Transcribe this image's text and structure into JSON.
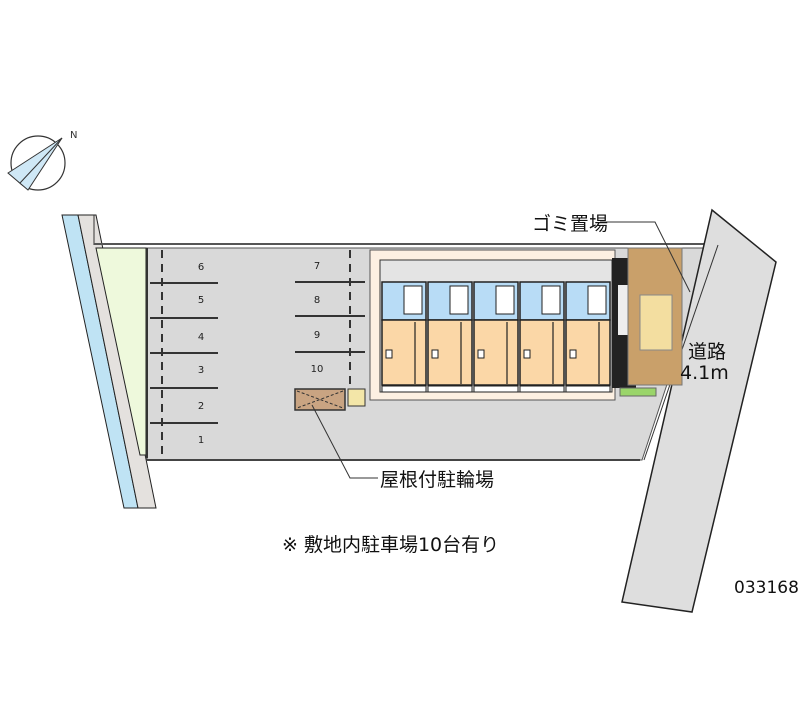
{
  "labels": {
    "garbage": "ゴミ置場",
    "road": "道路",
    "road_width": "4.1m",
    "bike_parking": "屋根付駐輪場",
    "parking_note": "※ 敷地内駐車場10台有り",
    "property_id": "033168",
    "north": "N"
  },
  "parking_spots": [
    "1",
    "2",
    "3",
    "4",
    "5",
    "6",
    "7",
    "8",
    "9",
    "10"
  ],
  "colors": {
    "lot": "#d9d9d9",
    "canal": "#bfe3f4",
    "green": "#eef9dc",
    "unit_wet": "#b8dcf6",
    "unit_room": "#fbd7a7",
    "garbage": "#c9a06a"
  }
}
